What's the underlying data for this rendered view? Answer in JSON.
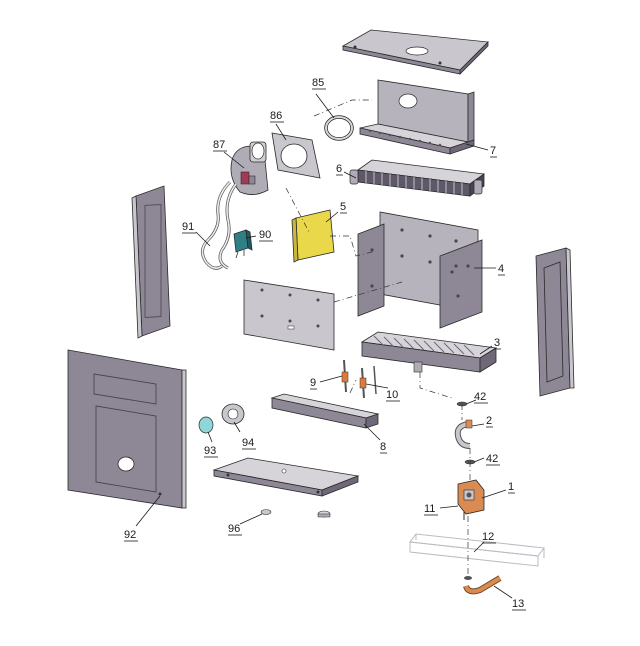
{
  "labels": {
    "p1": "1",
    "p2": "2",
    "p3": "3",
    "p4": "4",
    "p5": "5",
    "p6": "6",
    "p7": "7",
    "p8": "8",
    "p9": "9",
    "p10": "10",
    "p11": "11",
    "p12": "12",
    "p13": "13",
    "p42a": "42",
    "p42b": "42",
    "p85": "85",
    "p86": "86",
    "p87": "87",
    "p90": "90",
    "p91": "91",
    "p92": "92",
    "p93": "93",
    "p94": "94",
    "p96": "96"
  },
  "colors": {
    "panel_fill": "#8e8796",
    "panel_light": "#c9c6cd",
    "panel_dark": "#6f6878",
    "background": "#ffffff",
    "gasket_yellow": "#e8d84a",
    "module_teal": "#2f7f86",
    "cap_cyan": "#8fd6d8",
    "fitting_orange": "#d98b52",
    "coil_red": "#a23a55"
  }
}
